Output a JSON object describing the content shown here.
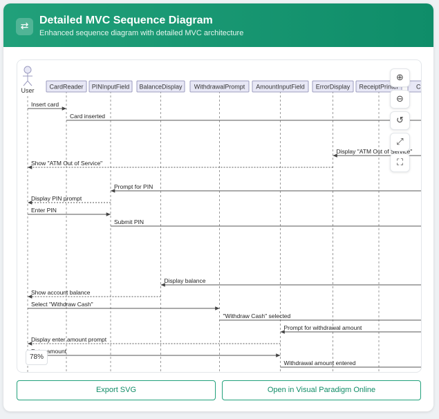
{
  "header": {
    "icon": "swap-arrows-icon",
    "title": "Detailed MVC Sequence Diagram",
    "subtitle": "Enhanced sequence diagram with detailed MVC architecture"
  },
  "diagram": {
    "actor": "User",
    "participants": [
      "CardReader",
      "PINInputField",
      "BalanceDisplay",
      "WithdrawalPrompt",
      "AmountInputField",
      "ErrorDisplay",
      "ReceiptPrinter",
      "Cas"
    ],
    "messages": [
      {
        "label": "Insert card",
        "from": "User",
        "to": "CardReader",
        "style": "solid"
      },
      {
        "label": "Card inserted",
        "from": "CardReader",
        "to": "offscreen",
        "style": "solid"
      },
      {
        "label": "Display \"ATM Out of Service\"",
        "from": "offscreen",
        "to": "ErrorDisplay",
        "style": "solid"
      },
      {
        "label": "Show \"ATM Out of Service\"",
        "from": "ErrorDisplay",
        "to": "User",
        "style": "dashed"
      },
      {
        "label": "Prompt for PIN",
        "from": "offscreen",
        "to": "PINInputField",
        "style": "solid"
      },
      {
        "label": "Display PIN prompt",
        "from": "PINInputField",
        "to": "User",
        "style": "dashed"
      },
      {
        "label": "Enter PIN",
        "from": "User",
        "to": "PINInputField",
        "style": "solid"
      },
      {
        "label": "Submit PIN",
        "from": "PINInputField",
        "to": "offscreen",
        "style": "solid"
      },
      {
        "label": "Display balance",
        "from": "offscreen",
        "to": "BalanceDisplay",
        "style": "solid"
      },
      {
        "label": "Show account balance",
        "from": "BalanceDisplay",
        "to": "User",
        "style": "dashed"
      },
      {
        "label": "Select \"Withdraw Cash\"",
        "from": "User",
        "to": "WithdrawalPrompt",
        "style": "solid"
      },
      {
        "label": "\"Withdraw Cash\" selected",
        "from": "WithdrawalPrompt",
        "to": "offscreen",
        "style": "solid"
      },
      {
        "label": "Prompt for withdrawal amount",
        "from": "offscreen",
        "to": "AmountInputField",
        "style": "solid"
      },
      {
        "label": "Display enter amount prompt",
        "from": "AmountInputField",
        "to": "User",
        "style": "dashed"
      },
      {
        "label": "Enter amount",
        "from": "User",
        "to": "AmountInputField",
        "style": "solid"
      },
      {
        "label": "Withdrawal amount entered",
        "from": "AmountInputField",
        "to": "offscreen",
        "style": "solid"
      }
    ]
  },
  "controls": [
    {
      "name": "zoom-in",
      "icon": "zoom-in-icon",
      "glyph": "⊕"
    },
    {
      "name": "zoom-out",
      "icon": "zoom-out-icon",
      "glyph": "⊖"
    },
    {
      "name": "reset",
      "icon": "reset-icon",
      "glyph": "↺"
    },
    {
      "name": "fit",
      "icon": "fit-screen-icon",
      "glyph": "⤢"
    },
    {
      "name": "fullscreen",
      "icon": "fullscreen-icon",
      "glyph": "⛶"
    }
  ],
  "zoom": "78%",
  "actions": {
    "export": "Export SVG",
    "open": "Open in Visual Paradigm Online"
  },
  "colors": {
    "brand": "#1a9673",
    "participant_fill": "#e8e8f6",
    "participant_border": "#9b9bbf",
    "line": "#555555"
  }
}
